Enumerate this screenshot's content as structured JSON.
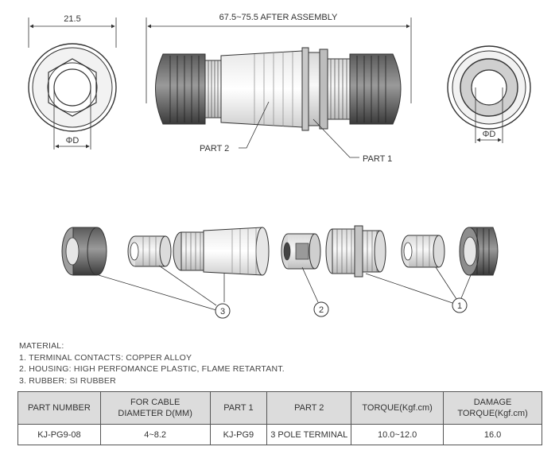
{
  "drawing": {
    "dim_width": "21.5",
    "dim_length": "67.5~75.5 AFTER ASSEMBLY",
    "dia_left": "ΦD",
    "dia_right": "ΦD",
    "part2_label": "PART 2",
    "part1_label": "PART 1",
    "callout_3": "3",
    "callout_2": "2",
    "callout_1": "1"
  },
  "material": {
    "heading": "MATERIAL:",
    "items": [
      "1. TERMINAL CONTACTS: COPPER ALLOY",
      "2. HOUSING: HIGH PERFOMANCE PLASTIC, FLAME RETARTANT.",
      "3. RUBBER: SI RUBBER"
    ]
  },
  "table": {
    "headers": {
      "part_number": "PART NUMBER",
      "cable_line1": "FOR CABLE",
      "cable_line2": "DIAMETER D(MM)",
      "part1": "PART 1",
      "part2": "PART 2",
      "torque": "TORQUE(Kgf.cm)",
      "damage_line1": "DAMAGE",
      "damage_line2": "TORQUE(Kgf.cm)"
    },
    "row": {
      "part_number": "KJ-PG9-08",
      "cable_diameter": "4~8.2",
      "part1": "KJ-PG9",
      "part2": "3 POLE TERMINAL",
      "torque": "10.0~12.0",
      "damage_torque": "16.0"
    }
  }
}
